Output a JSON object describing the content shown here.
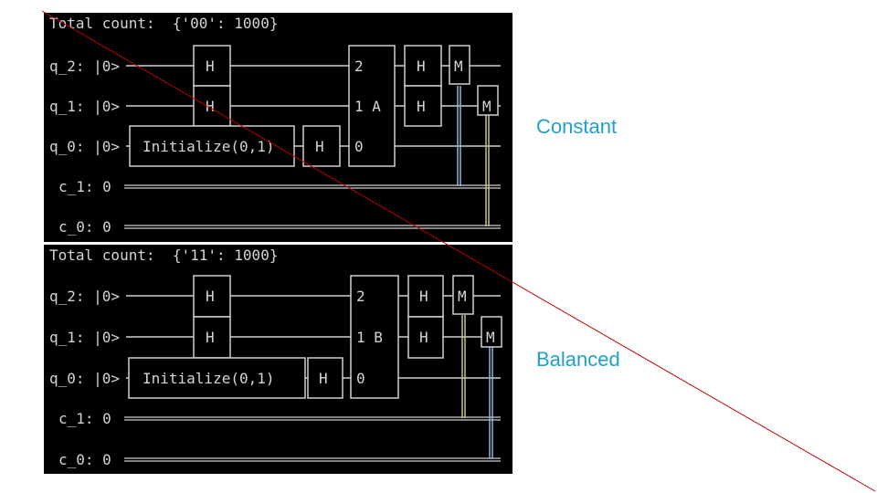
{
  "circuits": [
    {
      "total_label": "Total count:",
      "total_value": "{'00': 1000}",
      "qubits": [
        "q_2: |0>",
        "q_1: |0>",
        "q_0: |0>"
      ],
      "clbits": [
        "c_1: 0",
        "c_0: 0"
      ],
      "gates": {
        "h": "H",
        "init": "Initialize(0,1)",
        "oracle_top": "2",
        "oracle_mid": "1 A",
        "oracle_bot": "0",
        "measure": "M"
      }
    },
    {
      "total_label": "Total count:",
      "total_value": "{'11': 1000}",
      "qubits": [
        "q_2: |0>",
        "q_1: |0>",
        "q_0: |0>"
      ],
      "clbits": [
        "c_1: 0",
        "c_0: 0"
      ],
      "gates": {
        "h": "H",
        "init": "Initialize(0,1)",
        "oracle_top": "2",
        "oracle_mid": "1 B",
        "oracle_bot": "0",
        "measure": "M"
      }
    }
  ],
  "labels": {
    "constant": "Constant",
    "balanced": "Balanced"
  },
  "colors": {
    "panel_bg": "#000000",
    "text": "#d4d4d4",
    "wire": "#cfcfcf",
    "accent": "#1ea2c8",
    "diagonal": "#c00000"
  }
}
